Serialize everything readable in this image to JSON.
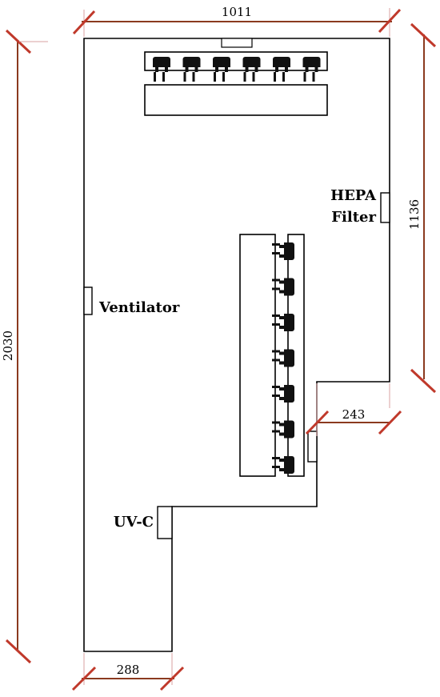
{
  "dimensions": {
    "top_width": "1011",
    "left_height": "2030",
    "right_height": "1136",
    "notch_width": "243",
    "bottom_width": "288"
  },
  "labels": {
    "hepa_line1": "HEPA",
    "hepa_line2": "Filter",
    "ventilator": "Ventilator",
    "uvc": "UV-C"
  },
  "colors": {
    "wall": "#000000",
    "dimension_line": "#8b3a1f",
    "dimension_tick": "#c0392b",
    "background": "#ffffff"
  },
  "equipment": {
    "top_row_units": 6,
    "right_column_units": 7
  }
}
